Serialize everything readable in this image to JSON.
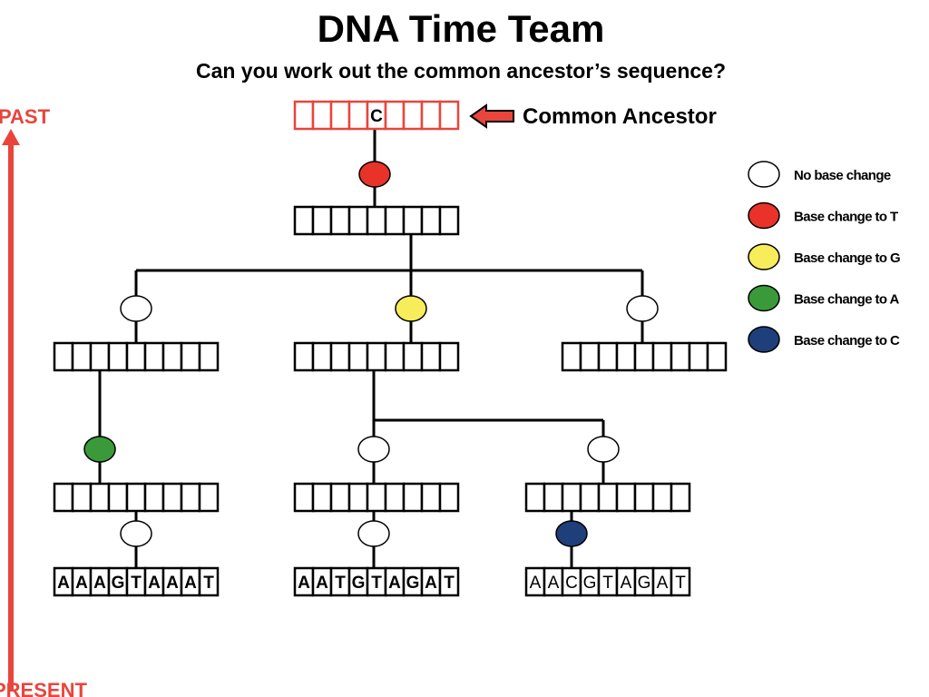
{
  "title": "DNA Time Team",
  "subtitle": "Can you work out the common ancestor’s sequence?",
  "common_ancestor_label": "Common Ancestor",
  "axis": {
    "past": "PAST",
    "present": "PRESENT"
  },
  "colors": {
    "no_change": "#ffffff",
    "change_T": "#e8322a",
    "change_G": "#f7ec5a",
    "change_A": "#3a9a3a",
    "change_C": "#1e3f7a",
    "accent_red": "#e8453c"
  },
  "legend": [
    {
      "key": "none",
      "label": "No base change"
    },
    {
      "key": "T",
      "label": "Base change to T"
    },
    {
      "key": "G",
      "label": "Base change to G"
    },
    {
      "key": "A",
      "label": "Base change to A"
    },
    {
      "key": "C",
      "label": "Base change to C"
    }
  ],
  "sequences": {
    "common_ancestor": [
      "",
      "",
      "",
      "",
      "C",
      "",
      "",
      "",
      ""
    ],
    "node_root": [
      "",
      "",
      "",
      "",
      "",
      "",
      "",
      "",
      ""
    ],
    "node_left": [
      "",
      "",
      "",
      "",
      "",
      "",
      "",
      "",
      ""
    ],
    "node_middle": [
      "",
      "",
      "",
      "",
      "",
      "",
      "",
      "",
      ""
    ],
    "node_right": [
      "",
      "",
      "",
      "",
      "",
      "",
      "",
      "",
      ""
    ],
    "node_left_lower": [
      "",
      "",
      "",
      "",
      "",
      "",
      "",
      "",
      ""
    ],
    "node_middle_lower": [
      "",
      "",
      "",
      "",
      "",
      "",
      "",
      "",
      ""
    ],
    "node_right_lower": [
      "",
      "",
      "",
      "",
      "",
      "",
      "",
      "",
      ""
    ],
    "present_1": [
      "A",
      "A",
      "A",
      "G",
      "T",
      "A",
      "A",
      "A",
      "T"
    ],
    "present_2": [
      "A",
      "A",
      "T",
      "G",
      "T",
      "A",
      "G",
      "A",
      "T"
    ],
    "present_3": [
      "A",
      "A",
      "C",
      "G",
      "T",
      "A",
      "G",
      "A",
      "T"
    ]
  },
  "mutations": {
    "ancestor_to_root": "T",
    "root_to_left": "none",
    "root_to_middle": "G",
    "root_to_right": "none",
    "left_to_left_lower": "A",
    "middle_to_middle_lower": "none",
    "middle_to_right_lower": "none",
    "left_lower_to_present_1": "none",
    "middle_lower_to_present_2": "none",
    "right_lower_to_present_3": "C"
  }
}
